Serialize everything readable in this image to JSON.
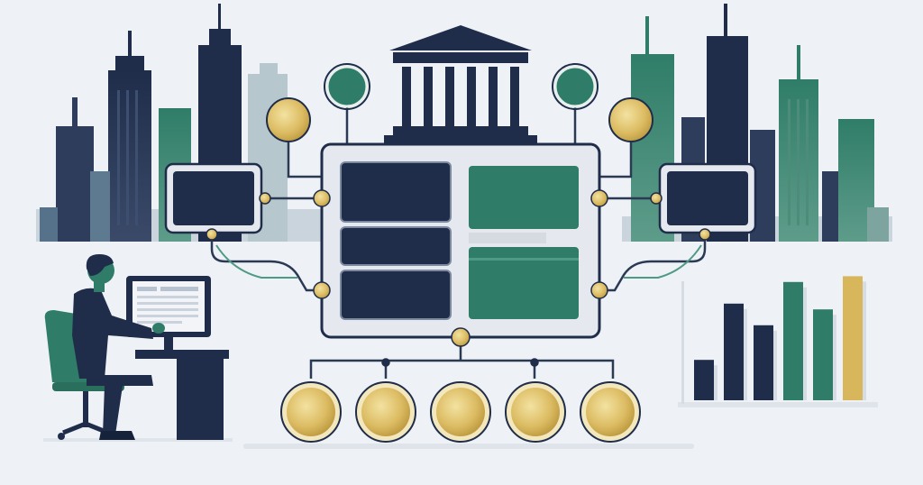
{
  "illustration": {
    "colors": {
      "background": "#eef1f5",
      "navy": "#1f2d4a",
      "navy_light": "#2e3d5c",
      "teal": "#2f7d68",
      "teal_light": "#5e9c8a",
      "teal_pale": "#9fb9b6",
      "gold": "#d8b65c",
      "gold_light": "#efd98f",
      "gold_dark": "#b8943a",
      "frame_light": "#e5e9ef",
      "line": "#2a3a55"
    },
    "chart": {
      "values": [
        0.28,
        0.67,
        0.52,
        0.82,
        0.63,
        0.86
      ],
      "series_colors": [
        "#1f2d4a",
        "#1f2d4a",
        "#1f2d4a",
        "#2f7d68",
        "#2f7d68",
        "#d8b65c"
      ]
    },
    "coin_row_count": 5,
    "icons": [
      "bank-building-icon",
      "city-skyline-icon",
      "person-at-computer-icon",
      "bar-chart-icon",
      "gold-coin-icon",
      "network-hub-icon"
    ]
  }
}
